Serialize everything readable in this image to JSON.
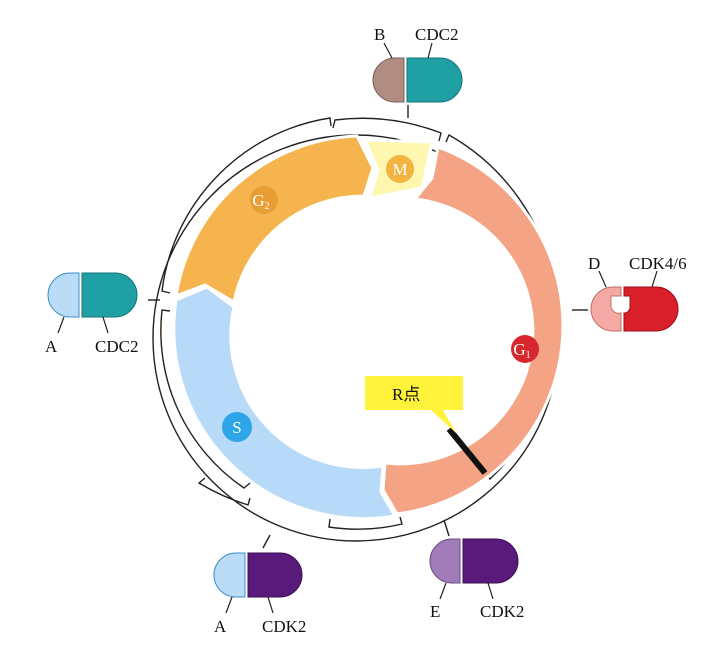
{
  "phases": {
    "m": "M",
    "g1": "G",
    "g1_sub": "1",
    "g2": "G",
    "g2_sub": "2",
    "s": "S"
  },
  "restriction_point": "R点",
  "complexes": {
    "b_cdc2": {
      "cyclin": "B",
      "kinase": "CDC2"
    },
    "d_cdk46": {
      "cyclin": "D",
      "kinase": "CDK4/6"
    },
    "a_cdc2": {
      "cyclin": "A",
      "kinase": "CDC2"
    },
    "e_cdk2": {
      "cyclin": "E",
      "kinase": "CDK2"
    },
    "a_cdk2": {
      "cyclin": "A",
      "kinase": "CDK2"
    }
  },
  "colors": {
    "g1": "#F4A385",
    "g2": "#F5B44D",
    "s": "#B7DAF8",
    "m": "#FFF6B0",
    "g1_badge": "#D7282F",
    "g2_badge": "#E89E32",
    "s_badge": "#2EA4E9",
    "m_badge": "#F2B33F",
    "teal": "#1FA0A4",
    "purple": "#5A1A7C",
    "red": "#D81F2A",
    "brown": "#B08C82",
    "light_blue": "#BBDCF6",
    "light_purple": "#A07CB8",
    "pink": "#F5A9A4",
    "callout": "#FFF23A"
  }
}
